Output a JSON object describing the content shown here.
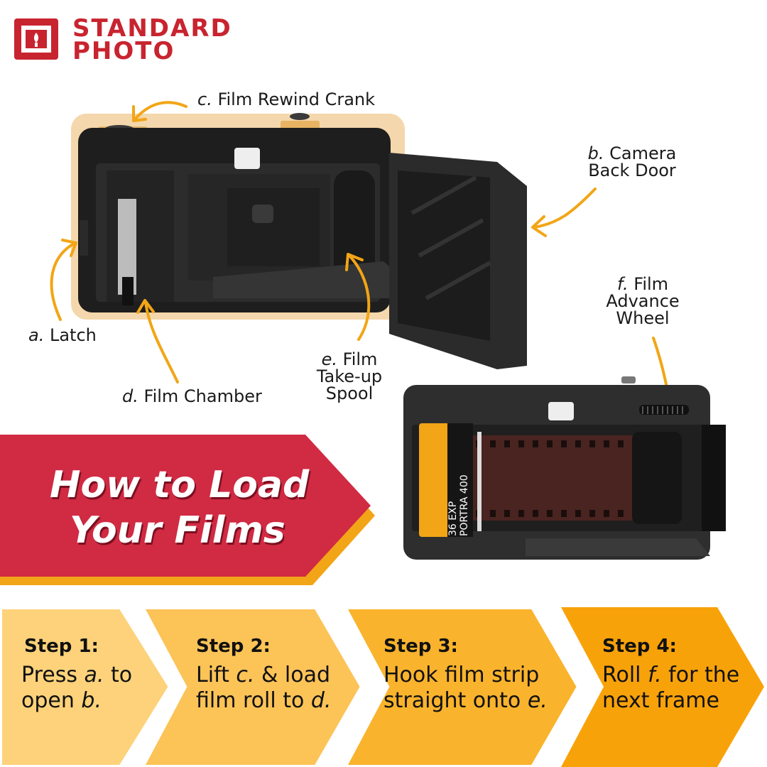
{
  "logo": {
    "line1": "STANDARD",
    "line2": "PHOTO",
    "icon": "s-flame-logo-icon"
  },
  "labels": {
    "a": {
      "letter": "a.",
      "text": " Latch"
    },
    "b": {
      "letter": "b.",
      "line1": " Camera",
      "line2": "Back Door"
    },
    "c": {
      "letter": "c.",
      "text": " Film Rewind Crank"
    },
    "d": {
      "letter": "d.",
      "text": " Film Chamber"
    },
    "e": {
      "letter": "e.",
      "line1": " Film",
      "line2": "Take-up",
      "line3": "Spool"
    },
    "f": {
      "letter": "f.",
      "line1": " Film",
      "line2": "Advance",
      "line3": "Wheel"
    }
  },
  "film": {
    "brand": "PORTRA 400",
    "count": "36",
    "exp": "EXP"
  },
  "hero": {
    "line1": "How to Load",
    "line2": "Your Films"
  },
  "steps": [
    {
      "title": "Step 1:",
      "p1": "Press ",
      "i1": "a.",
      "p2": " to",
      "p3": "open ",
      "i2": "b.",
      "p4": ""
    },
    {
      "title": "Step 2:",
      "p1": "Lift ",
      "i1": "c.",
      "p2": " & load",
      "p3": "film roll to ",
      "i2": "d.",
      "p4": ""
    },
    {
      "title": "Step 3:",
      "p1": "Hook film strip",
      "i1": "",
      "p2": "",
      "p3": "straight onto ",
      "i2": "e.",
      "p4": ""
    },
    {
      "title": "Step 4:",
      "p1": "Roll ",
      "i1": "f.",
      "p2": " for the",
      "p3": "next frame",
      "i2": "",
      "p4": ""
    }
  ],
  "colors": {
    "brand_red": "#c8242f",
    "arrow_orange": "#f2a516",
    "step1": "#fdd27a",
    "step2": "#fcc357",
    "step3": "#fab32c",
    "step4": "#f8a20a"
  }
}
